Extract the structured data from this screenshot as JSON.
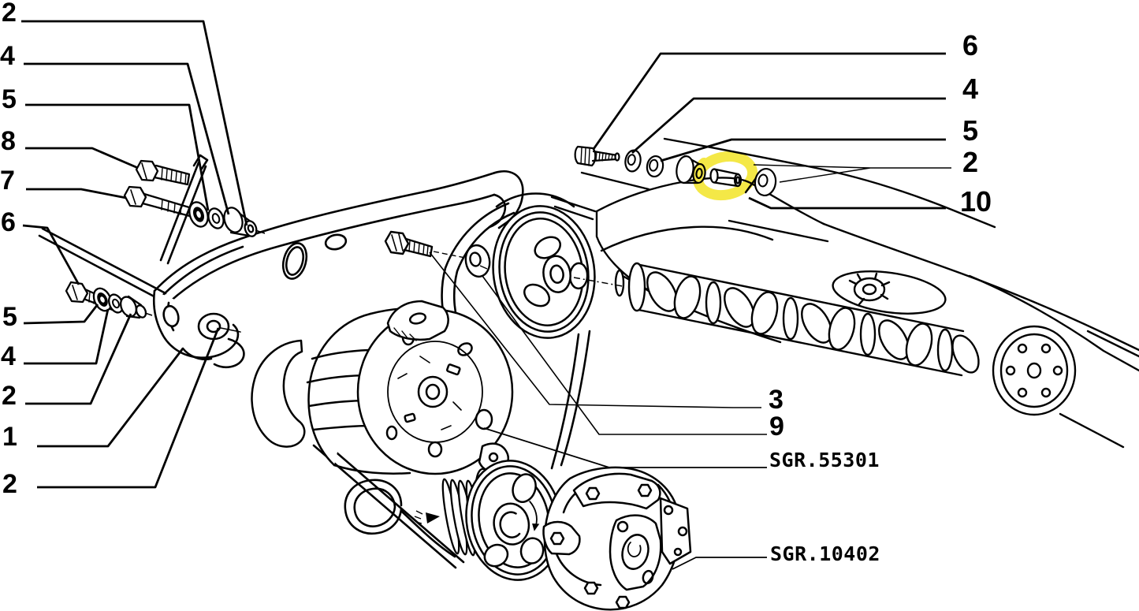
{
  "figure": {
    "type": "exploded-parts-diagram",
    "description": "Engine alternator bracket, belt, camshaft and water pump exploded parts diagram",
    "background_color": "#ffffff",
    "line_color": "#000000",
    "highlight_color": "#f2e318",
    "highlighted_part": "2",
    "callouts_left": [
      {
        "label": "2"
      },
      {
        "label": "4"
      },
      {
        "label": "5"
      },
      {
        "label": "8"
      },
      {
        "label": "7"
      },
      {
        "label": "6"
      },
      {
        "label": "5"
      },
      {
        "label": "4"
      },
      {
        "label": "2"
      },
      {
        "label": "1"
      },
      {
        "label": "2"
      }
    ],
    "callouts_right": [
      {
        "label": "6"
      },
      {
        "label": "4"
      },
      {
        "label": "5"
      },
      {
        "label": "2"
      },
      {
        "label": "10"
      }
    ],
    "callouts_center": [
      {
        "label": "3"
      },
      {
        "label": "9"
      }
    ],
    "group_labels": [
      {
        "label": "SGR.55301"
      },
      {
        "label": "SGR.10402"
      }
    ]
  }
}
